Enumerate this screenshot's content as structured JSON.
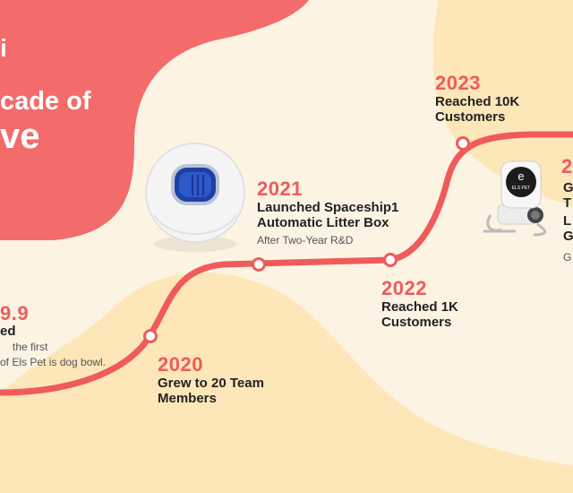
{
  "hero": {
    "brand_fragment": "i",
    "line1": "cade of",
    "line2": "ve"
  },
  "timeline": [
    {
      "year": "9.9",
      "title": "ed",
      "desc1": "the first",
      "desc2": "of Els Pet is dog bowl."
    },
    {
      "year": "2020",
      "title1": "Grew to 20 Team",
      "title2": "Members"
    },
    {
      "year": "2021",
      "title1": "Launched Spaceship1",
      "title2": "Automatic Litter Box",
      "desc": "After Two-Year R&D"
    },
    {
      "year": "2022",
      "title1": "Reached 1K",
      "title2": "Customers"
    },
    {
      "year": "2023",
      "title1": "Reached 10K",
      "title2": "Customers"
    },
    {
      "year": "2",
      "line1": "G",
      "line2": "T",
      "line3": "L",
      "line4": "G",
      "line5": "G"
    }
  ],
  "product2": {
    "logo": "e",
    "brand": "ELS PET"
  },
  "colors": {
    "accent": "#ef5b5b",
    "hero_bg": "#f36b6b",
    "blob": "#fde6b8",
    "page_bg": "#fdf3e3"
  }
}
